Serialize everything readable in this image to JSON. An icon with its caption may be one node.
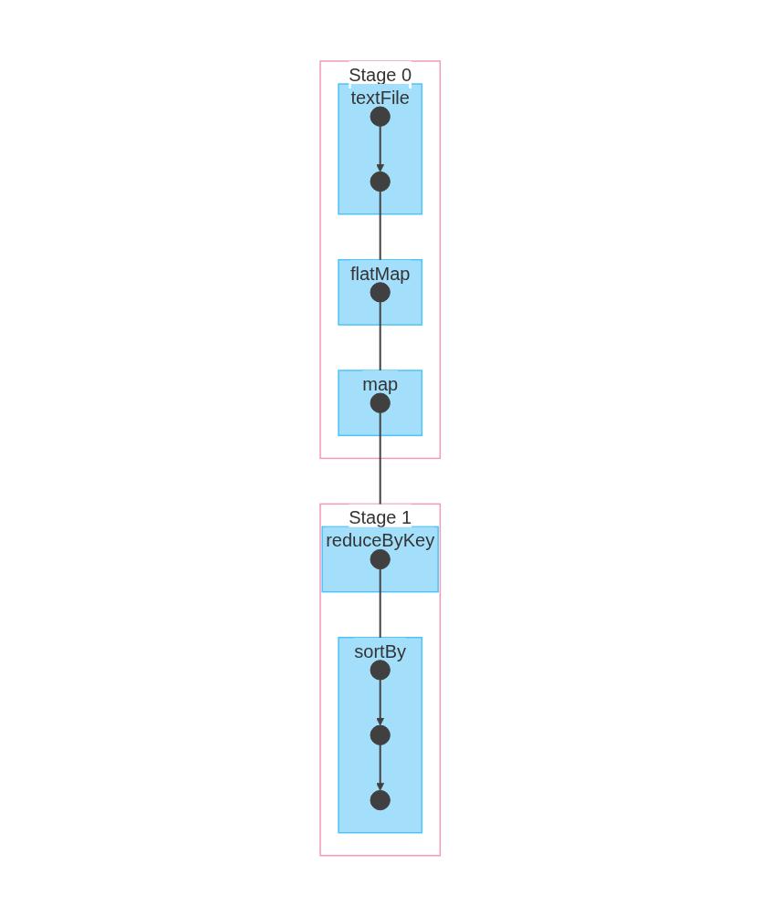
{
  "diagram": {
    "nodes": [
      {
        "text": [
          "Stage 0"
        ]
      },
      {
        "text": [
          "textFile"
        ],
        "in": 0
      },
      {
        "text": [],
        "shape": "circle",
        "in": 1
      },
      {
        "text": [],
        "shape": "circle",
        "in": 1
      },
      {
        "text": [
          "flatMap"
        ],
        "in": 0
      },
      {
        "text": [],
        "shape": "circle",
        "in": 4
      },
      {
        "text": [
          "map"
        ],
        "in": 0
      },
      {
        "text": [],
        "shape": "circle",
        "in": 6
      },
      {
        "text": [
          "Stage 1"
        ]
      },
      {
        "text": [
          "reduceByKey"
        ],
        "in": 8
      },
      {
        "text": [],
        "shape": "circle",
        "in": 9
      },
      {
        "text": [
          "sortBy"
        ],
        "in": 8
      },
      {
        "text": [],
        "shape": "circle",
        "in": 11
      },
      {
        "text": [],
        "shape": "circle",
        "in": 11
      },
      {
        "text": [],
        "shape": "circle",
        "in": 11
      }
    ],
    "edges": [
      {
        "from": 2,
        "to": 3,
        "arrow": "to"
      },
      {
        "from": 3,
        "to": 5,
        "arrow": "to"
      },
      {
        "from": 5,
        "to": 7,
        "arrow": "to"
      },
      {
        "from": 7,
        "to": 10,
        "arrow": "to"
      },
      {
        "from": 10,
        "to": 12,
        "arrow": "to"
      },
      {
        "from": 12,
        "to": 13,
        "arrow": "to"
      },
      {
        "from": 13,
        "to": 14,
        "arrow": "to"
      }
    ]
  }
}
